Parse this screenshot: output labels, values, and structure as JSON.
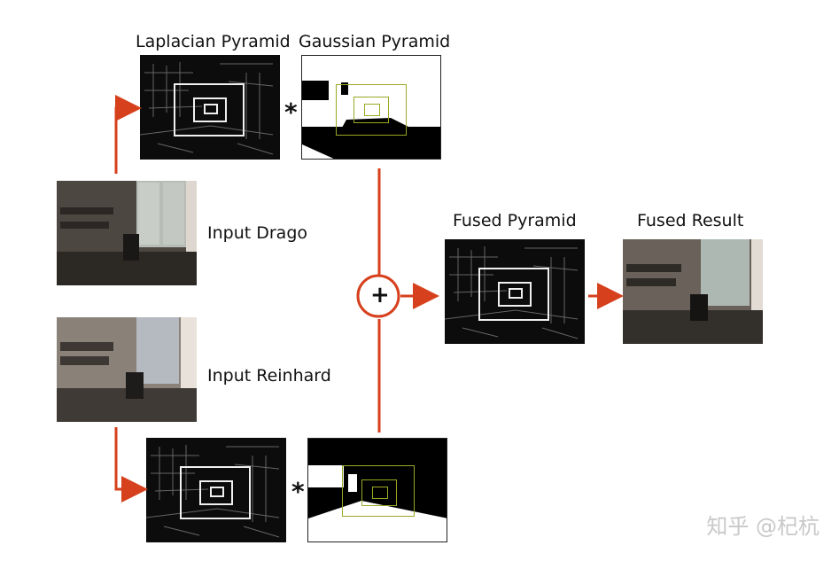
{
  "labels": {
    "laplacian": "Laplacian Pyramid",
    "gaussian": "Gaussian Pyramid",
    "input_drago": "Input Drago",
    "input_reinhard": "Input Reinhard",
    "fused_pyramid": "Fused Pyramid",
    "fused_result": "Fused Result",
    "multiply": "*",
    "plus": "+"
  },
  "watermark": "知乎 @杞杭",
  "colors": {
    "arrow": "#d6401c",
    "gauss_square": "#9aa824",
    "edge_square": "#f0f0f0"
  }
}
